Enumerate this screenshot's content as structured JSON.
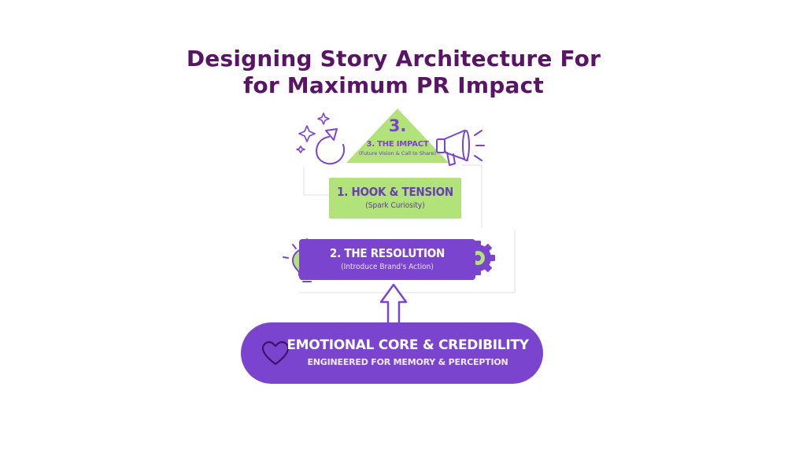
{
  "title": {
    "line1": "Designing Story Architecture For",
    "line2": "for Maximum PR Impact"
  },
  "tiers": {
    "impact": {
      "number": "3.",
      "label": "3. THE IMPACT",
      "sub": "(Future Vision & Call to Share)",
      "color": "#b2e27a"
    },
    "hook": {
      "label": "1. HOOK & TENSION",
      "sub": "(Spark Curiosity)",
      "color": "#b2e27a"
    },
    "resolution": {
      "label": "2. THE RESOLUTION",
      "sub": "(Introduce Brand's Action)",
      "color": "#7b44cf"
    },
    "core": {
      "label": "EMOTIONAL CORE & CREDIBILITY",
      "sub": "ENGINEERED FOR MEMORY & PERCEPTION",
      "color": "#7b44cf"
    }
  },
  "icons": [
    "sparkle-icon",
    "circular-arrow-icon",
    "megaphone-icon",
    "lightbulb-icon",
    "gear-icon",
    "heart-icon",
    "up-arrow-icon"
  ],
  "colors": {
    "title": "#5a1466",
    "purple": "#7b44cf",
    "green": "#b2e27a"
  }
}
